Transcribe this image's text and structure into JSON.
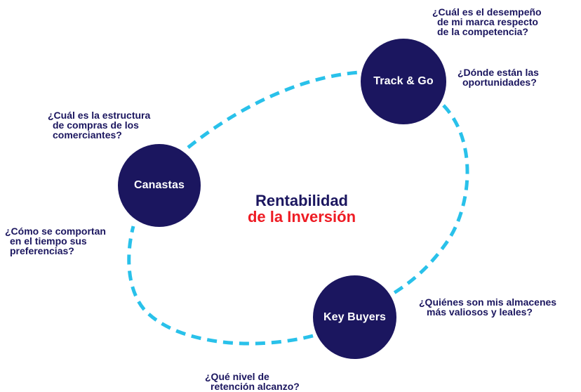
{
  "center": {
    "line1": "Rentabilidad",
    "line2": "de la Inversión"
  },
  "nodes": {
    "track_go": "Track & Go",
    "canastas": "Canastas",
    "key_buyers": "Key Buyers"
  },
  "questions": {
    "desempeno": [
      "¿Cuál es el desempeño",
      "de mi marca respecto",
      "de la competencia?"
    ],
    "oportunidades": [
      "¿Dónde están las",
      "oportunidades?"
    ],
    "estructura": [
      "¿Cuál es la estructura",
      "de compras de los",
      "comerciantes?"
    ],
    "comportan": [
      "¿Cómo se comportan",
      "en el tiempo sus",
      "preferencias?"
    ],
    "almacenes": [
      "¿Quiénes son mis almacenes",
      "más valiosos y leales?"
    ],
    "retencion": [
      "¿Qué nivel de",
      "retención alcanzo?"
    ]
  },
  "colors": {
    "node_fill": "#1b165f",
    "question_text": "#1b165f",
    "accent_red": "#ee1c24",
    "dashed_loop": "#29c1ea"
  }
}
